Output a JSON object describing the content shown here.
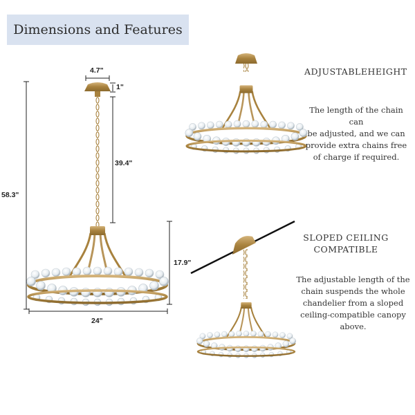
{
  "header": {
    "title": "Dimensions and Features"
  },
  "dimensions": {
    "canopy_width": "4.7\"",
    "canopy_height": "1\"",
    "chain_length": "39.4\"",
    "total_height": "58.3\"",
    "body_height": "17.9\"",
    "diameter": "24\""
  },
  "features": [
    {
      "heading": "ADJUSTABLEHEIGHT",
      "lines": [
        "The length of the chain can",
        "be adjusted, and we can",
        "provide extra chains free",
        "of charge if required."
      ]
    },
    {
      "heading_lines": [
        "SLOPED CEILING",
        "COMPATIBLE"
      ],
      "lines": [
        "The adjustable length of the",
        "chain suspends the whole",
        "chandelier from a sloped",
        "ceiling-compatible canopy",
        "above."
      ]
    }
  ],
  "colors": {
    "brass": "#b8955a",
    "crystal": "#e8eef2",
    "title_bg": "#d9e2f0"
  }
}
